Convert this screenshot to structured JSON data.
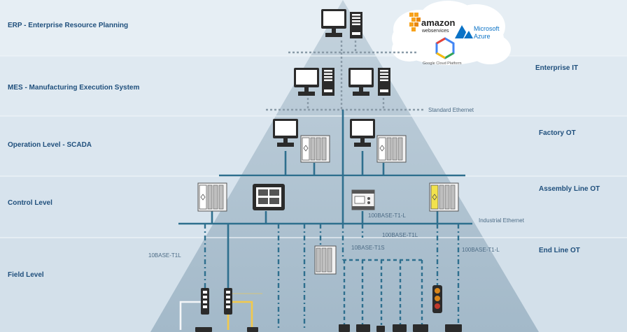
{
  "levels": {
    "erp": "ERP - Enterprise Resource Planning",
    "mes": "MES - Manufacturing Execution System",
    "scada": "Operation Level - SCADA",
    "control": "Control Level",
    "field": "Field Level"
  },
  "zones": {
    "enterprise_it": "Enterprise IT",
    "factory_ot": "Factory OT",
    "assembly_line_ot": "Assembly Line OT",
    "end_line_ot": "End Line OT"
  },
  "networks": {
    "standard_ethernet": "Standard Ethernet",
    "industrial_ethernet": "Industrial Ethernet",
    "t1l_center_top": "100BASE-T1-L",
    "t1l_center": "100BASE-T1L",
    "t1l_left": "10BASE-T1L",
    "t1s": "10BASE-T1S",
    "t1l_right": "100BASE-T1-L"
  },
  "cloud": {
    "aws_line1": "amazon",
    "aws_line2": "webservices",
    "azure_line1": "Microsoft",
    "azure_line2": "Azure",
    "gcp": "Google Cloud Platform"
  },
  "colors": {
    "pyramid": "#9fb7c8",
    "network_line": "#2e6f8e",
    "level_text": "#1f4f7c",
    "aws_orange": "#f7a21b",
    "azure_blue": "#0a72c6",
    "field_cable": "#f2c94c"
  }
}
